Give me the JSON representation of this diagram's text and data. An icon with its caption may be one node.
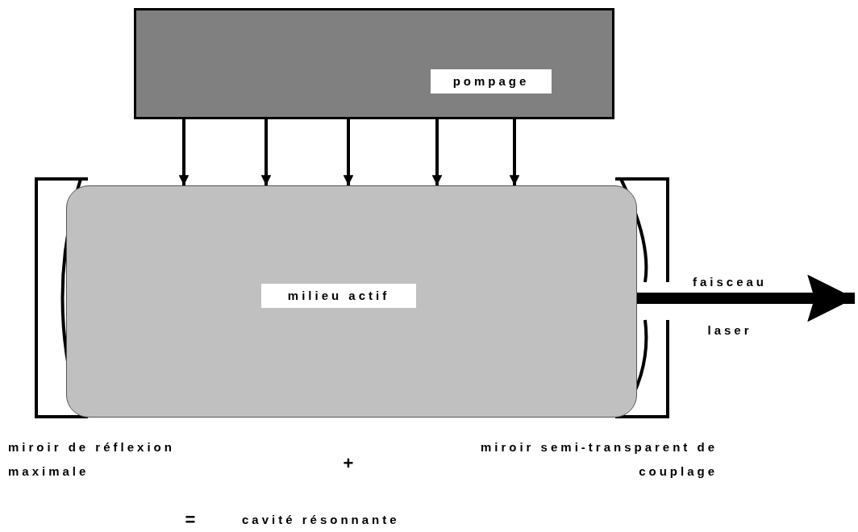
{
  "diagram": {
    "nodes": [
      {
        "text": [
          "pompage"
        ]
      },
      {
        "text": [
          "milieu actif"
        ]
      }
    ],
    "edges": [
      {
        "from": 0,
        "to": 1,
        "arrow": "to"
      },
      {
        "from": 0,
        "to": 1,
        "arrow": "to"
      },
      {
        "from": 0,
        "to": 1,
        "arrow": "to"
      },
      {
        "from": 0,
        "to": 1,
        "arrow": "to"
      },
      {
        "from": 0,
        "to": 1,
        "arrow": "to"
      },
      {
        "from": 1,
        "to": null,
        "arrow": "to",
        "label": "faisceau laser",
        "style": "thick"
      }
    ],
    "labels": [
      "miroir de réflexion maximale",
      "+",
      "miroir semi-transparent de couplage",
      "=",
      "cavité résonnante"
    ]
  }
}
